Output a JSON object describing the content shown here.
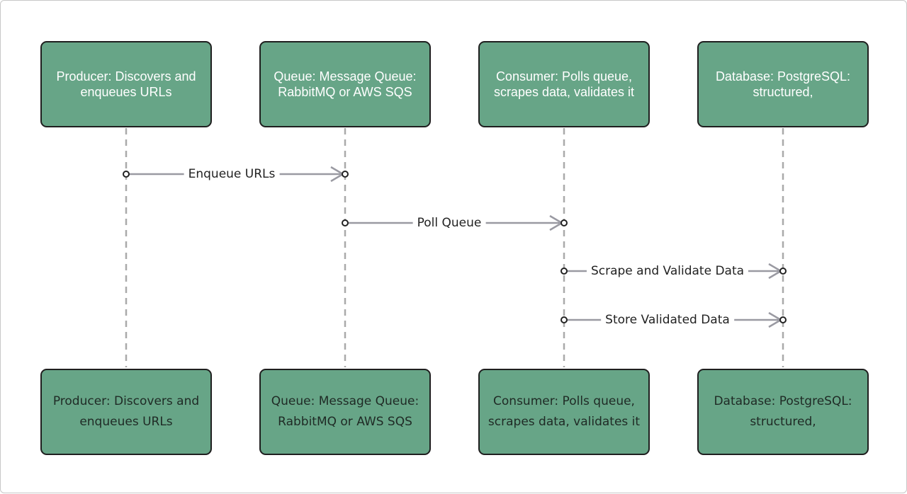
{
  "participants": [
    {
      "id": "producer",
      "label": "Producer: Discovers and enqueues URLs"
    },
    {
      "id": "queue",
      "label": "Queue: Message Queue: RabbitMQ or AWS SQS"
    },
    {
      "id": "consumer",
      "label": "Consumer: Polls queue, scrapes data, validates it"
    },
    {
      "id": "database",
      "label": "Database: PostgreSQL: structured,"
    }
  ],
  "messages": [
    {
      "from": "producer",
      "to": "queue",
      "label": "Enqueue URLs"
    },
    {
      "from": "queue",
      "to": "consumer",
      "label": "Poll Queue"
    },
    {
      "from": "consumer",
      "to": "database",
      "label": "Scrape and Validate Data"
    },
    {
      "from": "consumer",
      "to": "database",
      "label": "Store Validated Data"
    }
  ],
  "colors": {
    "box_fill": "#67a587",
    "box_border": "#1f1f1f",
    "lifeline": "#aaaaaa",
    "arrow": "#9a9aa2",
    "endpoint": "#222222"
  }
}
